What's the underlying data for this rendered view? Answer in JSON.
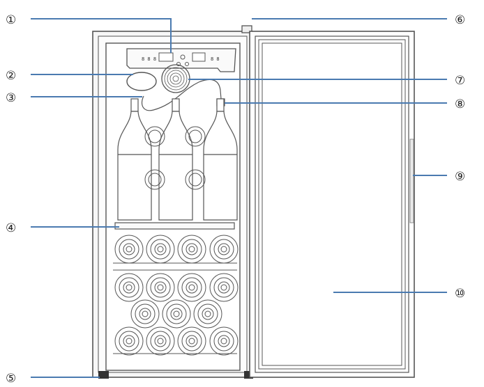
{
  "callouts": [
    {
      "id": 1,
      "text": "①"
    },
    {
      "id": 2,
      "text": "②"
    },
    {
      "id": 3,
      "text": "③"
    },
    {
      "id": 4,
      "text": "④"
    },
    {
      "id": 5,
      "text": "⑤"
    },
    {
      "id": 6,
      "text": "⑥"
    },
    {
      "id": 7,
      "text": "⑦"
    },
    {
      "id": 8,
      "text": "⑧"
    },
    {
      "id": 9,
      "text": "⑨"
    },
    {
      "id": 10,
      "text": "⑩"
    }
  ],
  "control_panel": {
    "left_display": "8 8 8",
    "right_display": "8 8"
  },
  "colors": {
    "leader": "#4a7ab0",
    "outline": "#555555",
    "body": "#f6f6f6"
  }
}
